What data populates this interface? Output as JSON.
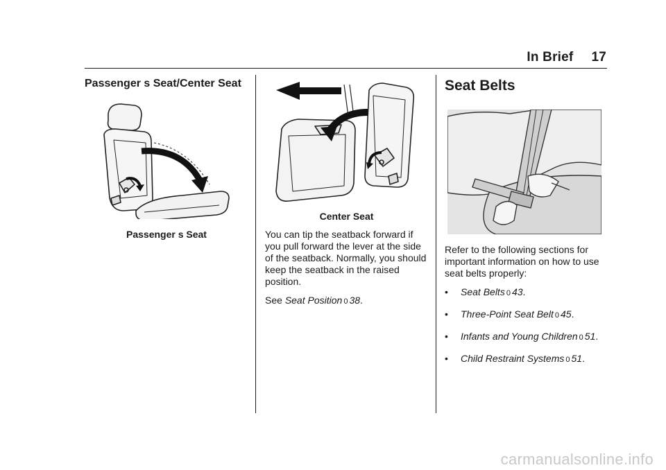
{
  "header": {
    "section": "In Brief",
    "page_number": "17"
  },
  "col1": {
    "title": "Passenger s Seat/Center Seat",
    "caption": "Passenger s Seat"
  },
  "col2": {
    "caption": "Center Seat",
    "paragraph": "You can tip the seatback forward if you pull forward the lever at the side of the seatback. Normally, you should keep the seatback in the raised position.",
    "see": {
      "prefix": "See",
      "ref": "Seat Position",
      "arrow": "0",
      "page": "38",
      "suffix": "."
    }
  },
  "col3": {
    "title": "Seat Belts",
    "paragraph": "Refer to the following sections for important information on how to use seat belts properly:",
    "bullets": [
      {
        "marker": "•",
        "ref": "Seat Belts",
        "arrow": "0",
        "page": "43",
        "suffix": "."
      },
      {
        "marker": "•",
        "ref": "Three-Point Seat Belt",
        "arrow": "0",
        "page": "45",
        "suffix": "."
      },
      {
        "marker": "•",
        "ref": "Infants and Young Children",
        "arrow": "0",
        "page": "51",
        "suffix": "."
      },
      {
        "marker": "•",
        "ref": "Child Restraint Systems",
        "arrow": "0",
        "page": "51",
        "suffix": "."
      }
    ]
  },
  "watermark": "carmanualsonline.info"
}
